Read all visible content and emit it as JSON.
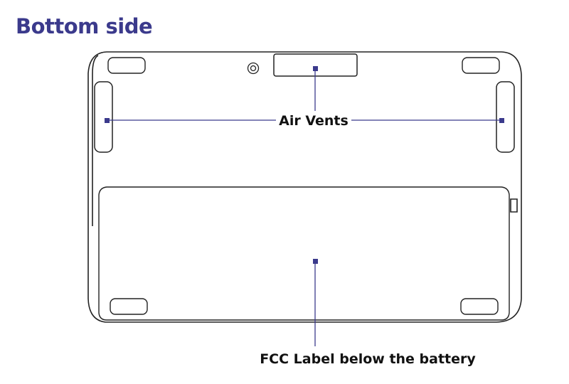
{
  "heading": "Bottom side",
  "callouts": {
    "air_vents": "Air Vents",
    "fcc_label": "FCC Label below the battery"
  },
  "colors": {
    "heading": "#3b3a8c",
    "outline": "#222222",
    "leader_line": "#3b3a8c",
    "marker": "#3b3a8c",
    "callout_text": "#111111"
  }
}
